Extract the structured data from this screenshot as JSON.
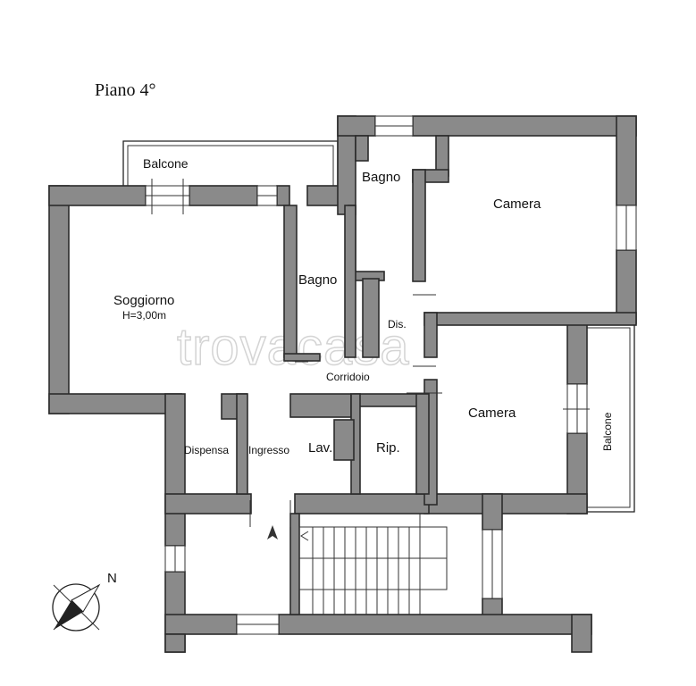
{
  "title": "Piano 4°",
  "rooms": {
    "balcone_top": "Balcone",
    "bagno_top": "Bagno",
    "camera_top": "Camera",
    "soggiorno": "Soggiorno",
    "soggiorno_height": "H=3,00m",
    "bagno_mid": "Bagno",
    "dis": "Dis.",
    "corridoio": "Corridoio",
    "camera_bottom": "Camera",
    "balcone_right": "Balcone",
    "dispensa": "Dispensa",
    "ingresso": "Ingresso",
    "lav": "Lav.",
    "rip": "Rip."
  },
  "compass": {
    "label": "N",
    "icon": "north-arrow-icon"
  },
  "watermark": "trovacasa",
  "colors": {
    "wall": "#8a8a8a",
    "line": "#222222"
  }
}
